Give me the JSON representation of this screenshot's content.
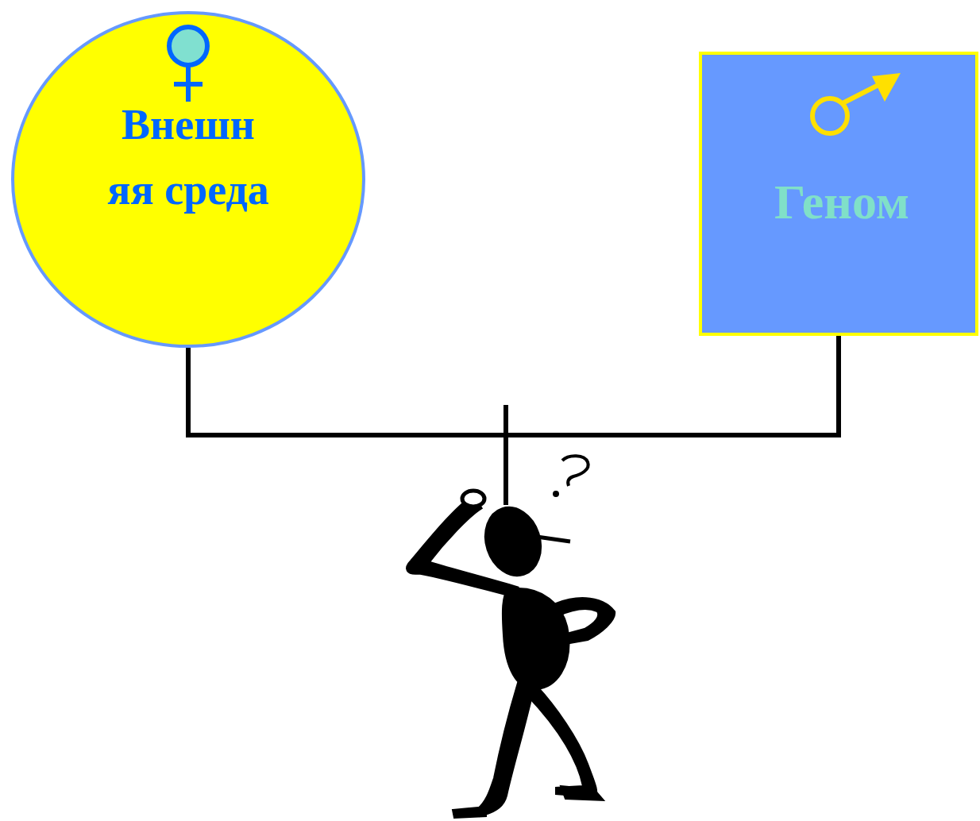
{
  "diagram": {
    "nodes": [
      {
        "text": [
          "Внешн яя среда"
        ]
      },
      {
        "text": [
          "Геном"
        ]
      }
    ],
    "edges": [
      {
        "from": 0,
        "to": 1,
        "arrow": "none"
      }
    ]
  }
}
